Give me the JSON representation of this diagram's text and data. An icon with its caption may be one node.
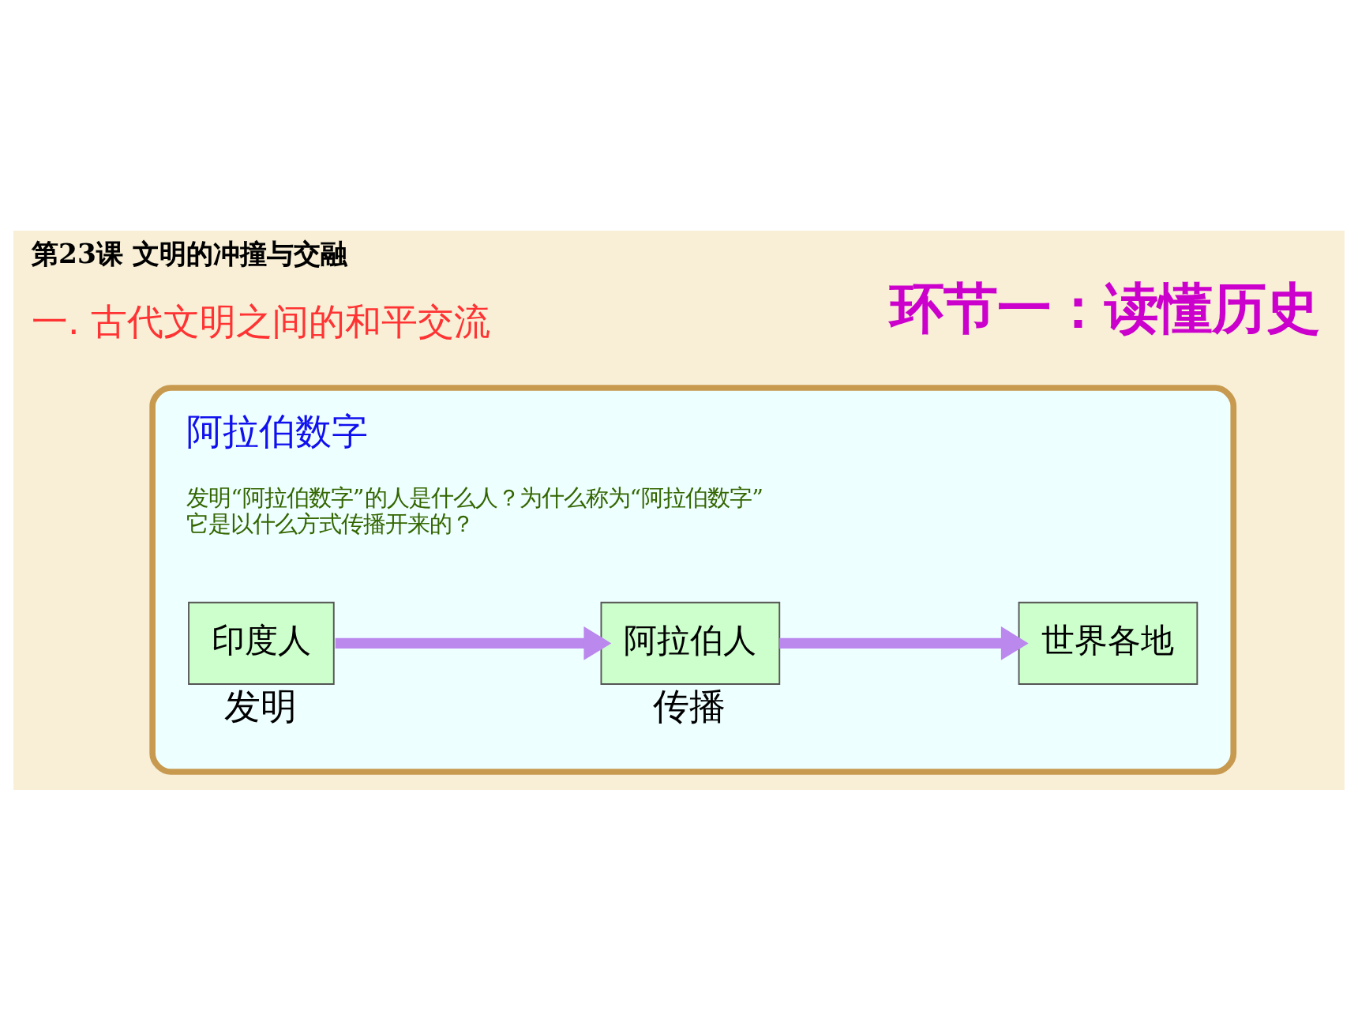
{
  "diagram": {
    "title": "第23课 文明的冲撞与交融",
    "nodes": [
      {
        "text": [
          "阿拉伯数字",
          "发明“阿拉伯数字”的人是什么人？为什么称为“阿拉伯数字”它是以什么方式传播开来的？"
        ]
      },
      {
        "text": [
          "印度人"
        ],
        "in": 0,
        "beside": [
          "发明"
        ]
      },
      {
        "text": [
          "阿拉伯人"
        ],
        "in": 0,
        "beside": [
          "传播"
        ]
      },
      {
        "text": [
          "世界各地"
        ],
        "in": 0
      }
    ],
    "edges": [
      {
        "from": 1,
        "to": 2,
        "arrow": "to"
      },
      {
        "from": 2,
        "to": 3,
        "arrow": "to"
      }
    ],
    "labels": [
      "环节一：读懂历史",
      "一. 古代文明之间的和平交流"
    ]
  }
}
